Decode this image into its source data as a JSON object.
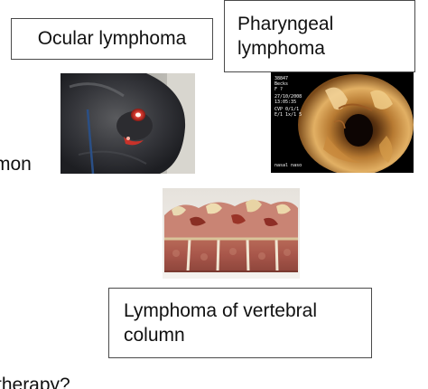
{
  "labels": {
    "ocular": "Ocular lymphoma",
    "pharyngeal_line1": "Pharyngeal",
    "pharyngeal_line2": "lymphoma",
    "vertebral_line1": "Lymphoma of vertebral",
    "vertebral_line2": "column"
  },
  "cut_text": {
    "left_middle": "mon",
    "bottom": "therapy?"
  },
  "endoscope_overlay": {
    "lines": [
      "38847",
      "Becks",
      "F  ?",
      "27/10/2008",
      "13:05:35",
      "CVP  0/1/1",
      "E/1  1x/1 5"
    ],
    "footer": "nasal   naso"
  },
  "images": [
    {
      "name": "horse-eye-photo",
      "subject": "Horse head with ocular lymphoma lesion"
    },
    {
      "name": "throat-endoscopy-photo",
      "subject": "Endoscopic view of pharynx"
    },
    {
      "name": "vertebral-specimen-photo",
      "subject": "Sectioned vertebral column specimen"
    }
  ]
}
